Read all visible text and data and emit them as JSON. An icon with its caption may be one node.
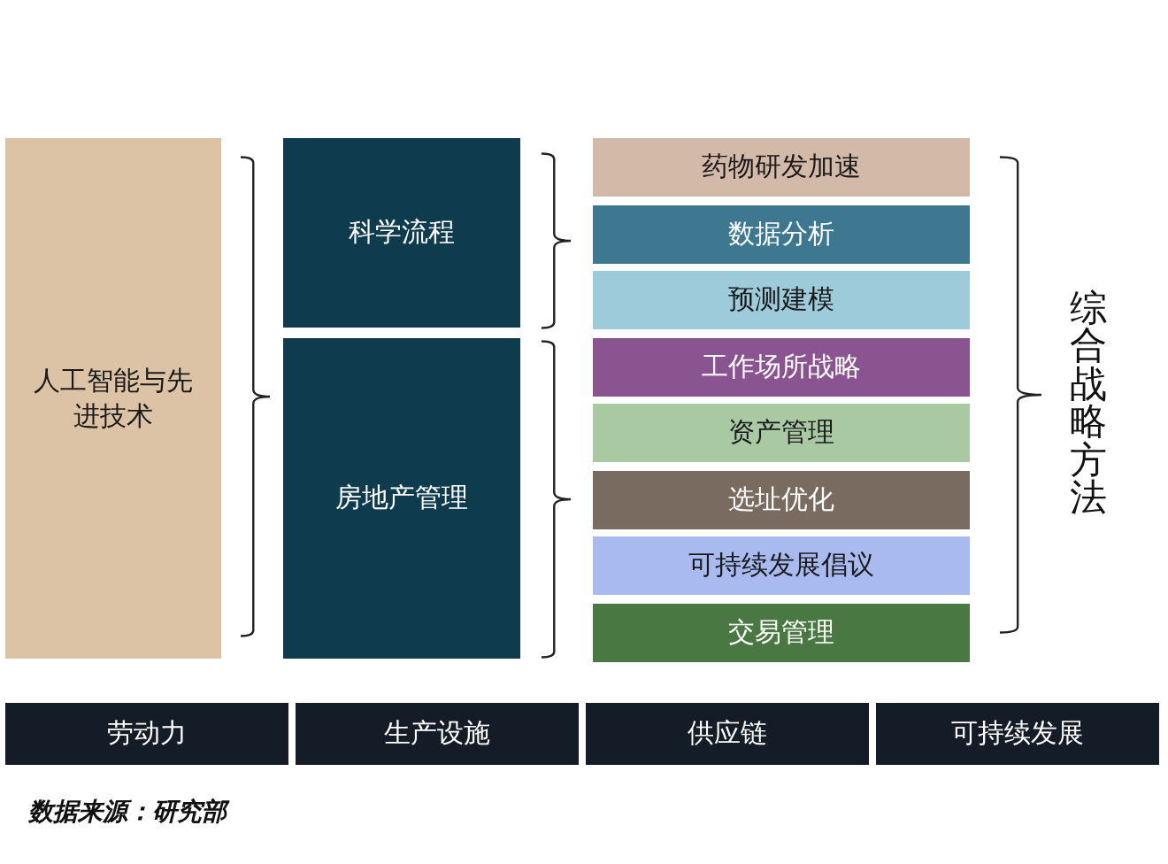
{
  "diagram": {
    "caption": "数据来源：研究部",
    "nodes": [
      {
        "text": [
          "人工智能与先进技术"
        ]
      },
      {
        "text": [
          "科学流程"
        ]
      },
      {
        "text": [
          "房地产管理"
        ]
      },
      {
        "text": [
          "药物研发加速"
        ]
      },
      {
        "text": [
          "数据分析"
        ]
      },
      {
        "text": [
          "预测建模"
        ]
      },
      {
        "text": [
          "工作场所战略"
        ]
      },
      {
        "text": [
          "资产管理"
        ]
      },
      {
        "text": [
          "选址优化"
        ]
      },
      {
        "text": [
          "可持续发展倡议"
        ]
      },
      {
        "text": [
          "交易管理"
        ]
      },
      {
        "text": [
          "劳动力"
        ]
      },
      {
        "text": [
          "生产设施"
        ]
      },
      {
        "text": [
          "供应链"
        ]
      },
      {
        "text": [
          "可持续发展"
        ]
      }
    ],
    "labels": [
      "综合战略方法"
    ]
  }
}
